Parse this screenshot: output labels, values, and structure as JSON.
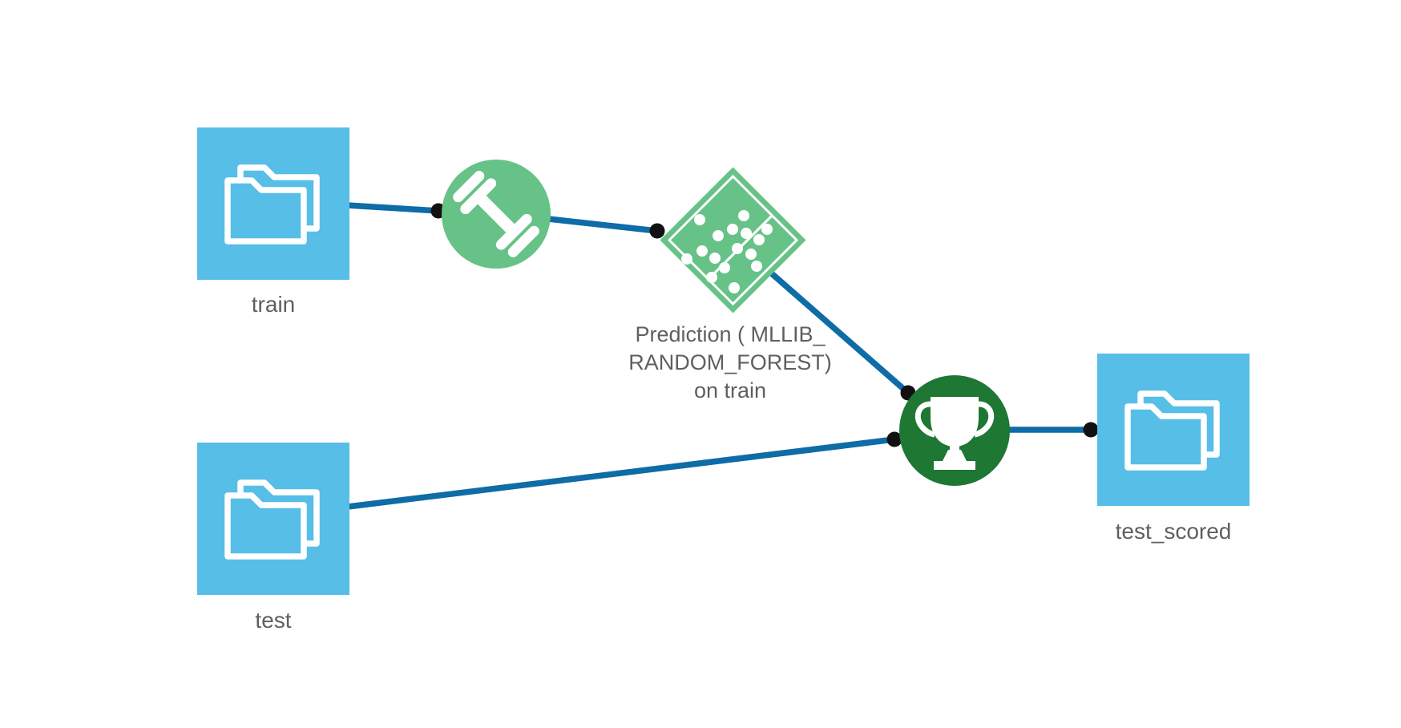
{
  "diagram": {
    "title": "ml-flow",
    "nodes": {
      "train": {
        "type": "dataset",
        "icon": "folder-pair-icon",
        "label": "train"
      },
      "test": {
        "type": "dataset",
        "icon": "folder-pair-icon",
        "label": "test"
      },
      "test_scored": {
        "type": "dataset",
        "icon": "folder-pair-icon",
        "label": "test_scored"
      },
      "train_recipe": {
        "type": "train-recipe",
        "icon": "dumbbell-icon"
      },
      "model": {
        "type": "prediction-model",
        "icon": "scatter-plot-icon",
        "label_lines": [
          "Prediction ( MLLIB_",
          "RANDOM_FOREST)",
          "on train"
        ]
      },
      "score_recipe": {
        "type": "score-recipe",
        "icon": "trophy-icon"
      }
    },
    "edges": [
      {
        "from": "train",
        "to": "train_recipe"
      },
      {
        "from": "train_recipe",
        "to": "model"
      },
      {
        "from": "model",
        "to": "score_recipe"
      },
      {
        "from": "test",
        "to": "score_recipe"
      },
      {
        "from": "score_recipe",
        "to": "test_scored"
      }
    ]
  },
  "colors": {
    "dataset_blue": "#57bee7",
    "recipe_green": "#66c287",
    "score_green": "#1e7733",
    "edge_blue": "#0e6ca6",
    "dot_black": "#111111",
    "label_gray": "#5f5f5f",
    "bg": "#ffffff"
  }
}
